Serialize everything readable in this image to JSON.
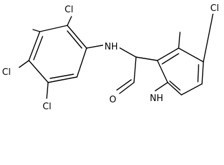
{
  "molecule": {
    "atoms": {
      "cl_top_right": "Cl",
      "cl_top_left": "Cl",
      "cl_left": "Cl",
      "cl_bottom": "Cl",
      "nh_amine": "NH",
      "nh_ring": "NH",
      "o_carbonyl": "O"
    }
  }
}
